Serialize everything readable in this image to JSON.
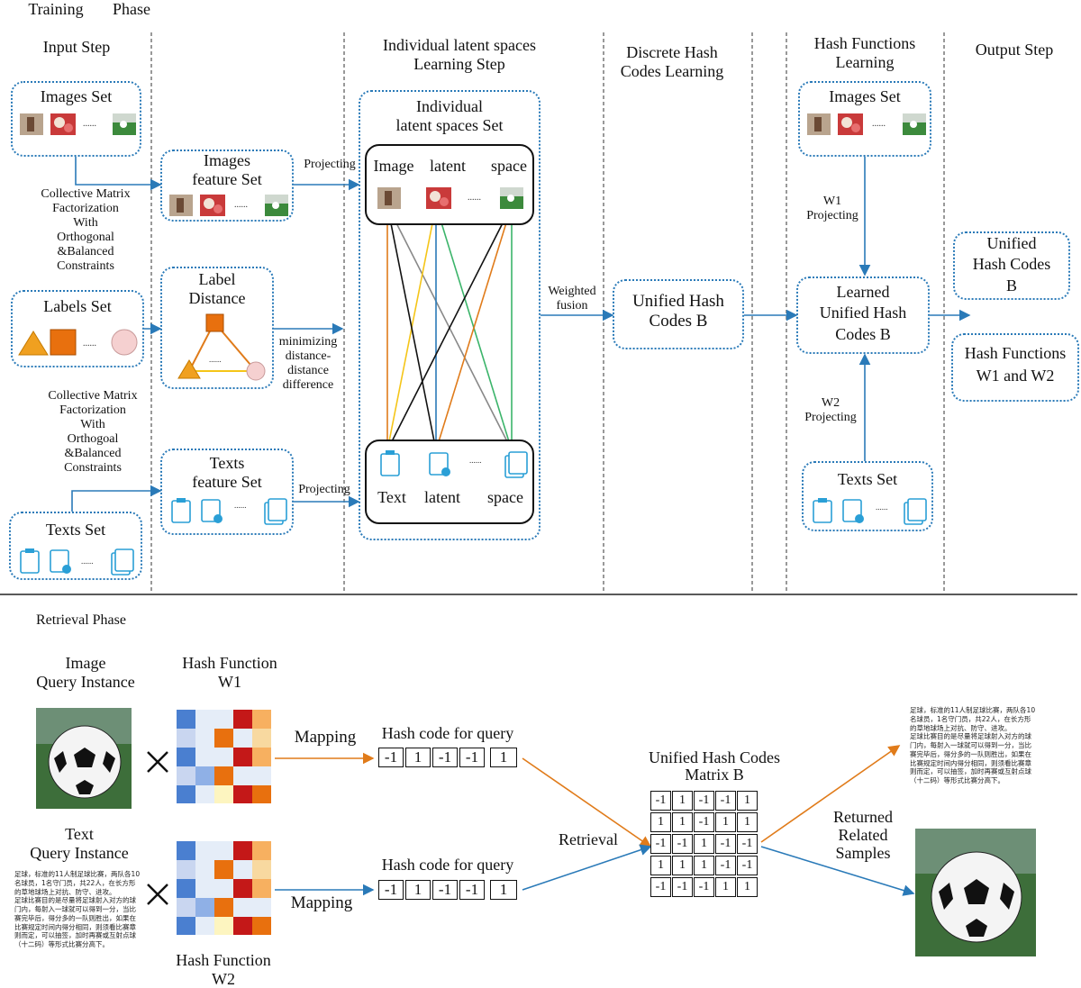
{
  "training": {
    "phase_title": [
      "Training",
      "Phase"
    ],
    "steps": {
      "input": "Input   Step",
      "latent": "Individual latent spaces\nLearning Step",
      "discrete": "Discrete Hash\nCodes Learning",
      "hashfn": "Hash Functions\nLearning",
      "output": "Output Step"
    },
    "input_sets": {
      "images": "Images Set",
      "labels": "Labels Set",
      "texts": "Texts Set",
      "ellipsis": "......"
    },
    "cmf_note": "Collective Matrix\nFactorization\nWith\nOrthogonal\n&Balanced\nConstraints",
    "cmf_note2": "Collective Matrix\nFactorization\nWith\nOrthogoal\n&Balanced\nConstraints",
    "feature_sets": {
      "images": "Images\nfeature Set",
      "label_distance": "Label\nDistance",
      "texts": "Texts\nfeature Set"
    },
    "arrows": {
      "projecting_top": "Projecting",
      "minimizing": "minimizing\ndistance-\ndistance\ndifference",
      "projecting_bottom": "Projecting",
      "weighted": "Weighted\nfusion",
      "w1": "W1\nProjecting",
      "w2": "W2\nProjecting"
    },
    "latent": {
      "set_title": "Individual\nlatent spaces Set",
      "image_space": [
        "Image",
        "latent",
        "space"
      ],
      "text_space": [
        "Text",
        "latent",
        "space"
      ]
    },
    "unified_b": "Unified Hash\nCodes B",
    "hashfn": {
      "images": "Images Set",
      "learned": "Learned\nUnified Hash\nCodes B",
      "texts": "Texts Set"
    },
    "output": {
      "unified": "Unified\nHash Codes\nB",
      "functions": "Hash Functions\nW1 and W2"
    }
  },
  "retrieval": {
    "phase_title": "Retrieval Phase",
    "image_query": "Image\nQuery Instance",
    "text_query": "Text\nQuery Instance",
    "hash_w1": "Hash Function\nW1",
    "hash_w2": "Hash Function\nW2",
    "mapping": "Mapping",
    "hash_code_label": "Hash code for query",
    "code_image": [
      "-1",
      "1",
      "-1",
      "-1",
      "1"
    ],
    "code_text": [
      "-1",
      "1",
      "-1",
      "-1",
      "1"
    ],
    "matrix_title": "Unified Hash Codes\nMatrix B",
    "matrix": [
      [
        "-1",
        "1",
        "-1",
        "-1",
        "1"
      ],
      [
        "1",
        "1",
        "-1",
        "1",
        "1"
      ],
      [
        "-1",
        "-1",
        "1",
        "-1",
        "-1"
      ],
      [
        "1",
        "1",
        "1",
        "-1",
        "-1"
      ],
      [
        "-1",
        "-1",
        "-1",
        "1",
        "1"
      ]
    ],
    "retrieval_label": "Retrieval",
    "returned": "Returned\nRelated\nSamples",
    "query_text": "足球，标准的11人制足球比赛，两队各10\n名球员，1名守门员，共22人，在长方形\n的草地球场上对抗、防守、进攻。\n足球比赛目的是尽量将足球射入对方的球\n门内，每射入一球就可以得到一分，当比\n赛完毕后，得分多的一队则胜出，如果在\n比赛规定时间内得分相同，则须看比赛章\n则而定，可以抽签，加时再赛或互射点球\n（十二码）等形式比赛分高下。",
    "returned_text": "足球，标准的11人制足球比赛，两队各10\n名球员，1名守门员，共22人，在长方形\n的草地球场上对抗、防守、进攻。\n足球比赛目的是尽量将足球射入对方的球\n门内，每射入一球就可以得到一分，当比\n赛完毕后，得分多的一队则胜出，如果在\n比赛规定时间内得分相同，则须看比赛章\n则而定，可以抽签，加时再赛或互射点球\n（十二码）等形式比赛分高下。",
    "times": "×"
  },
  "colors": {
    "blue": "#2a7ab8",
    "orange": "#e07b1a",
    "yellow": "#f5c518",
    "green": "#3bb46a",
    "gray": "#888888",
    "shape_fill": "#f0a020",
    "square_fill": "#e8700e",
    "circle_fill": "#f5d0d0",
    "icon": "#2a9fd6"
  }
}
